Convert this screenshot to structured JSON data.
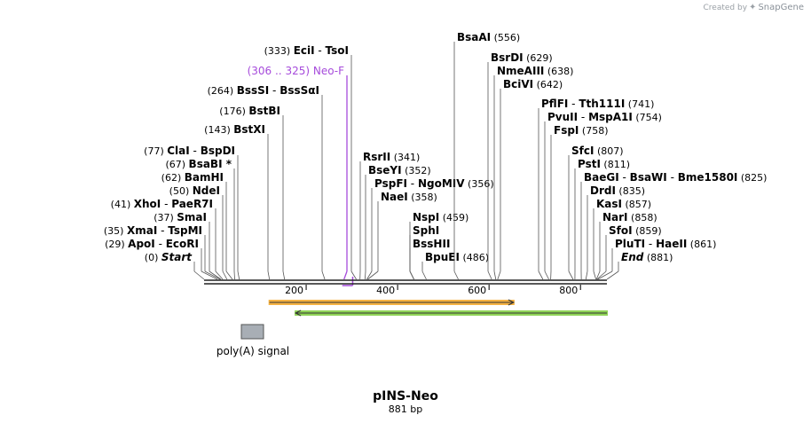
{
  "credit": {
    "prefix": "Created by",
    "brand": "SnapGene"
  },
  "plasmid": {
    "name": "pINS-Neo",
    "length_label": "881 bp",
    "length": 881
  },
  "scale": {
    "ticks": [
      "200",
      "400",
      "600",
      "800"
    ]
  },
  "sites": [
    {
      "pos": 333,
      "num": "(333)",
      "names": [
        "EciI",
        "TsoI"
      ],
      "side": "left"
    },
    {
      "pos": 306,
      "num": "(306 .. 325)",
      "names": [
        "Neo-F"
      ],
      "side": "left",
      "primer": true
    },
    {
      "pos": 264,
      "num": "(264)",
      "names": [
        "BssSI",
        "BssSαI"
      ],
      "side": "left"
    },
    {
      "pos": 176,
      "num": "(176)",
      "names": [
        "BstBI"
      ],
      "side": "left"
    },
    {
      "pos": 143,
      "num": "(143)",
      "names": [
        "BstXI"
      ],
      "side": "left"
    },
    {
      "pos": 77,
      "num": "(77)",
      "names": [
        "ClaI",
        "BspDI"
      ],
      "side": "left"
    },
    {
      "pos": 67,
      "num": "(67)",
      "names": [
        "BsaBI *"
      ],
      "side": "left"
    },
    {
      "pos": 62,
      "num": "(62)",
      "names": [
        "BamHI"
      ],
      "side": "left"
    },
    {
      "pos": 50,
      "num": "(50)",
      "names": [
        "NdeI"
      ],
      "side": "left"
    },
    {
      "pos": 41,
      "num": "(41)",
      "names": [
        "XhoI",
        "PaeR7I"
      ],
      "side": "left"
    },
    {
      "pos": 37,
      "num": "(37)",
      "names": [
        "SmaI"
      ],
      "side": "left"
    },
    {
      "pos": 35,
      "num": "(35)",
      "names": [
        "XmaI",
        "TspMI"
      ],
      "side": "left"
    },
    {
      "pos": 29,
      "num": "(29)",
      "names": [
        "ApoI",
        "EcoRI"
      ],
      "side": "left"
    },
    {
      "pos": 0,
      "num": "(0)",
      "names": [
        "Start"
      ],
      "side": "left",
      "italic": true
    },
    {
      "pos": 341,
      "num": "(341)",
      "names": [
        "RsrII"
      ],
      "side": "right"
    },
    {
      "pos": 352,
      "num": "(352)",
      "names": [
        "BseYI"
      ],
      "side": "right"
    },
    {
      "pos": 356,
      "num": "(356)",
      "names": [
        "PspFI",
        "NgoMIV"
      ],
      "side": "right"
    },
    {
      "pos": 358,
      "num": "(358)",
      "names": [
        "NaeI"
      ],
      "side": "right"
    },
    {
      "pos": 459,
      "num": "(459)",
      "names": [
        "NspI"
      ],
      "side": "right"
    },
    {
      "pos": 459,
      "num": "",
      "names": [
        "SphI"
      ],
      "side": "right"
    },
    {
      "pos": 459,
      "num": "",
      "names": [
        "BssHII"
      ],
      "side": "right"
    },
    {
      "pos": 486,
      "num": "(486)",
      "names": [
        "BpuEI"
      ],
      "side": "right"
    },
    {
      "pos": 556,
      "num": "(556)",
      "names": [
        "BsaAI"
      ],
      "side": "right"
    },
    {
      "pos": 629,
      "num": "(629)",
      "names": [
        "BsrDI"
      ],
      "side": "right"
    },
    {
      "pos": 638,
      "num": "(638)",
      "names": [
        "NmeAIII"
      ],
      "side": "right"
    },
    {
      "pos": 642,
      "num": "(642)",
      "names": [
        "BciVI"
      ],
      "side": "right"
    },
    {
      "pos": 741,
      "num": "(741)",
      "names": [
        "PflFI",
        "Tth111I"
      ],
      "side": "right"
    },
    {
      "pos": 754,
      "num": "(754)",
      "names": [
        "PvuII",
        "MspA1I"
      ],
      "side": "right"
    },
    {
      "pos": 758,
      "num": "(758)",
      "names": [
        "FspI"
      ],
      "side": "right"
    },
    {
      "pos": 807,
      "num": "(807)",
      "names": [
        "SfcI"
      ],
      "side": "right"
    },
    {
      "pos": 811,
      "num": "(811)",
      "names": [
        "PstI"
      ],
      "side": "right"
    },
    {
      "pos": 825,
      "num": "(825)",
      "names": [
        "BaeGI",
        "BsaWI",
        "Bme1580I"
      ],
      "side": "right"
    },
    {
      "pos": 835,
      "num": "(835)",
      "names": [
        "DrdI"
      ],
      "side": "right"
    },
    {
      "pos": 857,
      "num": "(857)",
      "names": [
        "KasI"
      ],
      "side": "right"
    },
    {
      "pos": 858,
      "num": "(858)",
      "names": [
        "NarI"
      ],
      "side": "right"
    },
    {
      "pos": 859,
      "num": "(859)",
      "names": [
        "SfoI"
      ],
      "side": "right"
    },
    {
      "pos": 861,
      "num": "(861)",
      "names": [
        "PluTI",
        "HaeII"
      ],
      "side": "right"
    },
    {
      "pos": 881,
      "num": "(881)",
      "names": [
        "End"
      ],
      "side": "right",
      "italic": true
    }
  ],
  "features": [
    {
      "name": "orange-feature",
      "start": 143,
      "end": 677,
      "direction": "forward",
      "color": "#f5a623"
    },
    {
      "name": "green-feature",
      "start": 200,
      "end": 881,
      "direction": "reverse",
      "color": "#7ccd3a"
    }
  ],
  "legend": {
    "label": "poly(A) signal",
    "color": "#a8aeb5"
  },
  "colors": {
    "primer": "#a64bdb",
    "line": "#555555"
  }
}
